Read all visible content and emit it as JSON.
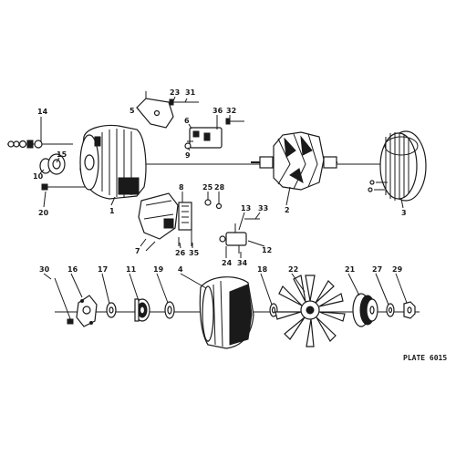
{
  "plate_label": "PLATE 6015",
  "callouts": [
    "1",
    "2",
    "3",
    "4",
    "5",
    "6",
    "7",
    "8",
    "9",
    "10",
    "11",
    "12",
    "13",
    "14",
    "15",
    "16",
    "17",
    "18",
    "19",
    "20",
    "21",
    "22",
    "23",
    "24",
    "25",
    "26",
    "27",
    "28",
    "29",
    "30",
    "31",
    "32",
    "33",
    "34",
    "35",
    "36"
  ],
  "colors": {
    "ink": "#1a1a1a",
    "paper": "#ffffff"
  }
}
